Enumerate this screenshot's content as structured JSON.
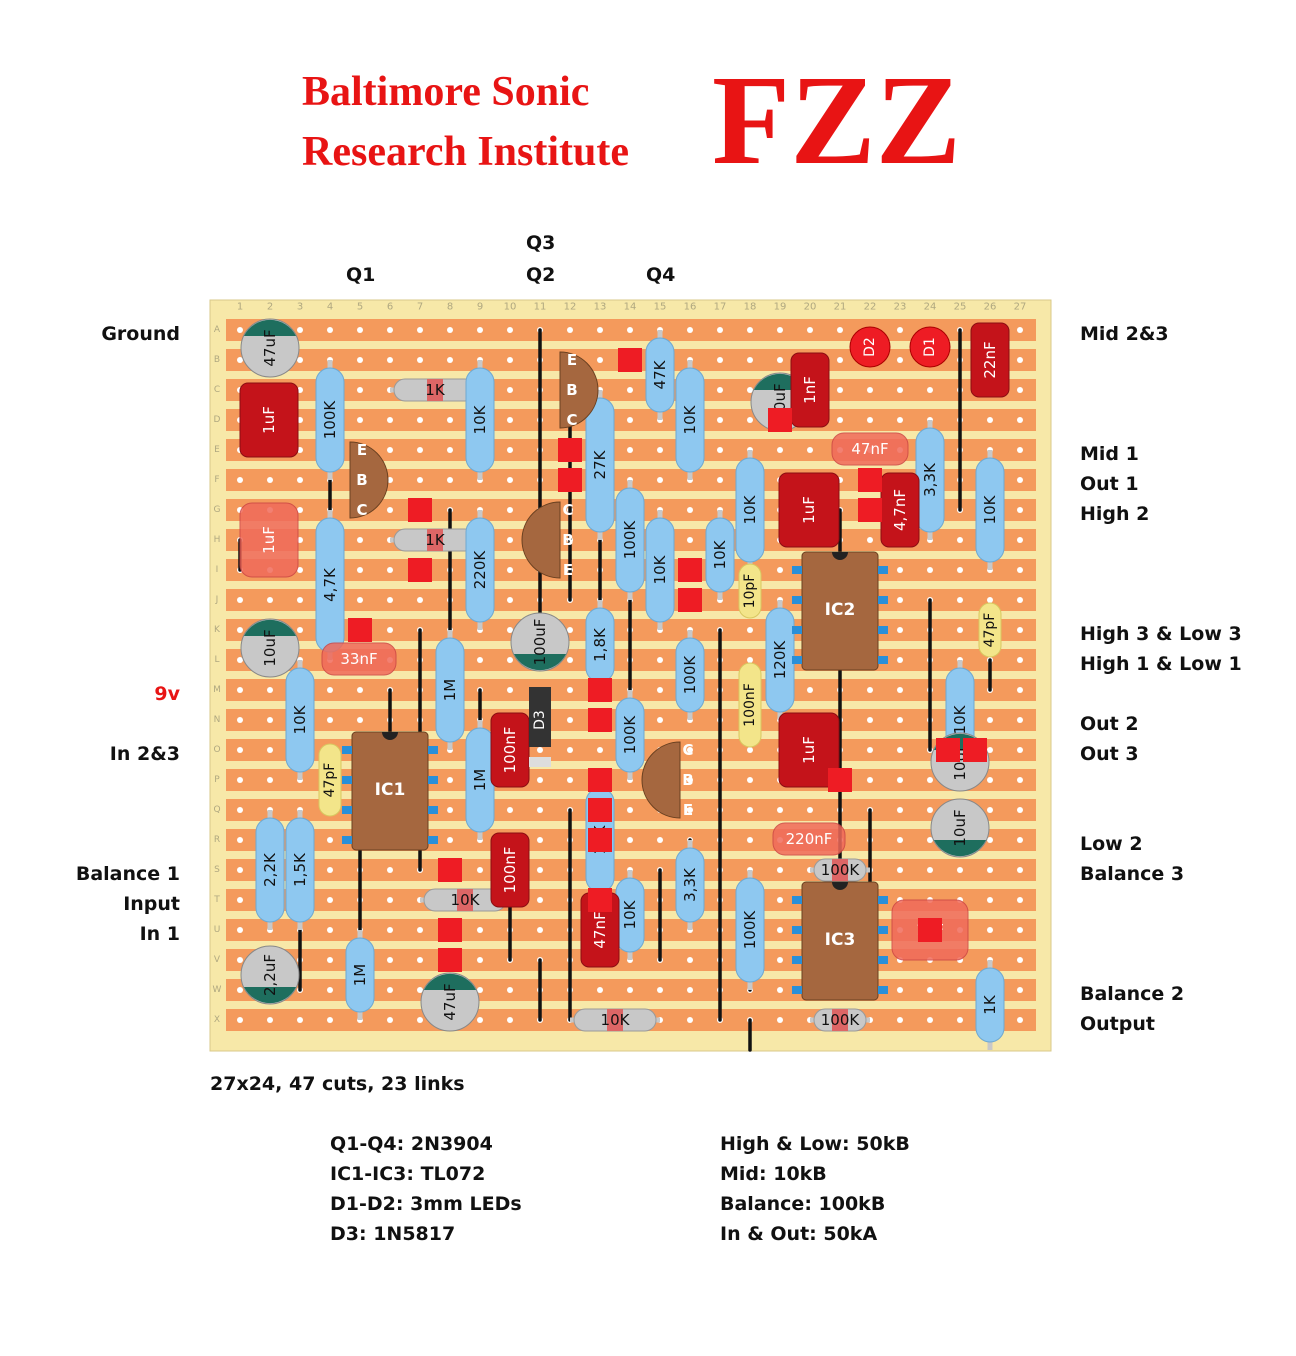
{
  "title": {
    "line1": "Baltimore Sonic",
    "line2": "Research Institute",
    "logo": "FZZ",
    "color": "#e81414"
  },
  "transistor_headers": [
    "Q3",
    "Q1",
    "Q2",
    "Q4"
  ],
  "board": {
    "columns": [
      "1",
      "2",
      "3",
      "4",
      "5",
      "6",
      "7",
      "8",
      "9",
      "10",
      "11",
      "12",
      "13",
      "14",
      "15",
      "16",
      "17",
      "18",
      "19",
      "20",
      "21",
      "22",
      "23",
      "24",
      "25",
      "26",
      "27"
    ],
    "rows": [
      "A",
      "B",
      "C",
      "D",
      "E",
      "F",
      "G",
      "H",
      "I",
      "J",
      "K",
      "L",
      "M",
      "N",
      "O",
      "P",
      "Q",
      "R",
      "S",
      "T",
      "U",
      "V",
      "W",
      "X"
    ],
    "colors": {
      "background": "#f7e8a8",
      "strip": "#f49a5c",
      "hole": "#ffffff",
      "resistor": "#8ec8f0",
      "cap_box": "#c4131a",
      "transistor": "#a5673f"
    }
  },
  "components": {
    "resistors": [
      "100K",
      "1K",
      "10K",
      "27K",
      "47K",
      "27K",
      "10K",
      "3,3K",
      "4,7K",
      "1K",
      "220K",
      "100K",
      "10K",
      "10K",
      "10K",
      "10K",
      "1M",
      "1,8K",
      "100K",
      "120K",
      "1M",
      "10K",
      "100K",
      "100K",
      "10K",
      "2,2K",
      "1,5K",
      "1M",
      "10K",
      "10K",
      "3,3K",
      "10K",
      "100K",
      "100K",
      "10K",
      "1K",
      "100K"
    ],
    "capacitors": [
      "47uF",
      "1uF",
      "1uF",
      "10uF",
      "33nF",
      "100uF",
      "100nF",
      "100nF",
      "47pF",
      "10uF",
      "1nF",
      "47nF",
      "4,7nF",
      "22nF",
      "10pF",
      "1uF",
      "47pF",
      "100nF",
      "1uF",
      "10uF",
      "10uF",
      "220nF",
      "1uF",
      "47nF",
      "2,2uF",
      "47uF"
    ],
    "transistor_pins": [
      "E",
      "B",
      "C"
    ],
    "ics": [
      "IC1",
      "IC2",
      "IC3"
    ],
    "diodes": [
      "D1",
      "D2",
      "D3"
    ]
  },
  "left_labels": [
    "Ground",
    "9v",
    "In 2&3",
    "Balance 1",
    "Input",
    "In 1"
  ],
  "right_labels": [
    "Mid 2&3",
    "Mid 1",
    "Out 1",
    "High 2",
    "High 3 & Low 3",
    "High 1 & Low 1",
    "Out 2",
    "Out 3",
    "Low 2",
    "Balance 3",
    "Balance 2",
    "Output"
  ],
  "summary": "27x24, 47 cuts, 23 links",
  "bom_left": [
    "Q1-Q4: 2N3904",
    "IC1-IC3: TL072",
    "D1-D2: 3mm LEDs",
    "D3: 1N5817"
  ],
  "bom_right": [
    "High & Low: 50kB",
    "Mid: 10kB",
    "Balance: 100kB",
    "In & Out: 50kA"
  ]
}
